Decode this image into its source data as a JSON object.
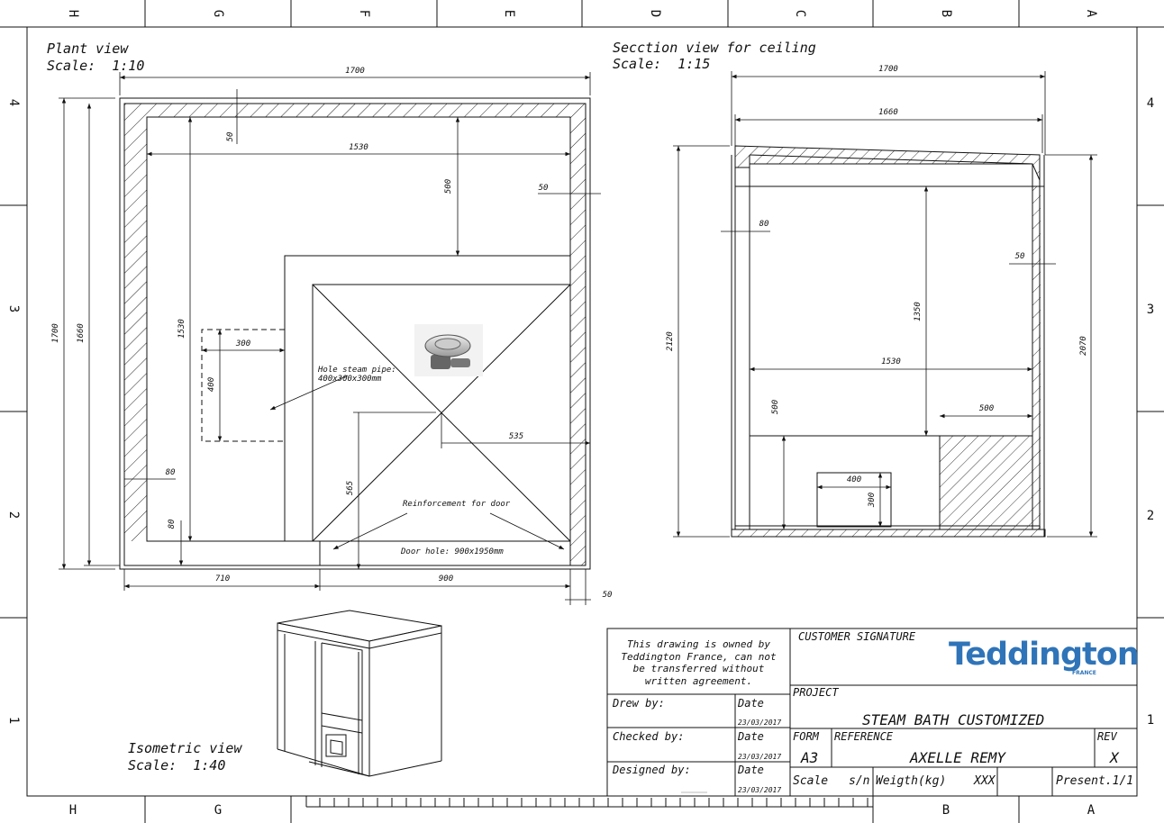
{
  "zones": {
    "top": [
      "H",
      "G",
      "F",
      "E",
      "D",
      "C",
      "B",
      "A"
    ],
    "bottom": [
      "H",
      "G",
      "",
      "",
      "",
      "",
      "B",
      "A"
    ],
    "left": [
      "4",
      "3",
      "2",
      "1"
    ],
    "right": [
      "4",
      "3",
      "2",
      "1"
    ]
  },
  "plant_view": {
    "title": "Plant view",
    "scale": "Scale:  1:10",
    "dims": {
      "overall_width": "1700",
      "inner_width": "1530",
      "wall_top": "50",
      "right_wall": "50",
      "shelf_depth": "500",
      "overall_height": "1700",
      "height_1660": "1660",
      "inner_height": "1530",
      "hole_w": "300",
      "hole_h": "400",
      "wall_left": "80",
      "wall_bottom": "80",
      "dim_535": "535",
      "dim_565": "565",
      "bottom_710": "710",
      "bottom_900": "900",
      "bottom_50": "50"
    },
    "notes": {
      "hole_line1": "Hole steam pipe:",
      "hole_line2": "400x300x300mm",
      "reinforcement": "Reinforcement for door",
      "door_hole": "Door hole: 900x1950mm"
    }
  },
  "section_view": {
    "title": "Secction view for ceiling",
    "scale": "Scale:  1:15",
    "dims": {
      "width_1700": "1700",
      "width_1660": "1660",
      "dim_80": "80",
      "dim_50": "50",
      "height_1350": "1350",
      "width_1530": "1530",
      "height_2120": "2120",
      "height_2070": "2070",
      "dim_500_right": "500",
      "dim_500_left": "500",
      "box_400": "400",
      "box_300": "300"
    }
  },
  "iso_view": {
    "title": "Isometric view",
    "scale": "Scale:  1:40"
  },
  "title_block": {
    "ownership_lines": [
      "This drawing is owned by",
      "Teddington France, can not",
      "be transferred without",
      "written agreement."
    ],
    "customer_signature": "CUSTOMER SIGNATURE",
    "logo_text": "Teddington",
    "logo_sub": "FRANCE",
    "project_label": "PROJECT",
    "project_value": "STEAM BATH CUSTOMIZED",
    "drew_by": "Drew by:",
    "checked_by": "Checked by:",
    "designed_by": "Designed by:",
    "date_label": "Date",
    "date_value": "23/03/2017",
    "form_label": "FORM",
    "form_value": "A3",
    "reference_label": "REFERENCE",
    "reference_value": "AXELLE REMY",
    "rev_label": "REV",
    "rev_value": "X",
    "scale_label": "Scale",
    "scale_value": "s/n",
    "weight_label": "Weigth(kg)",
    "weight_value": "XXX",
    "present": "Present.1/1"
  },
  "colors": {
    "line": "#111111",
    "logo": "#2f74b8"
  }
}
